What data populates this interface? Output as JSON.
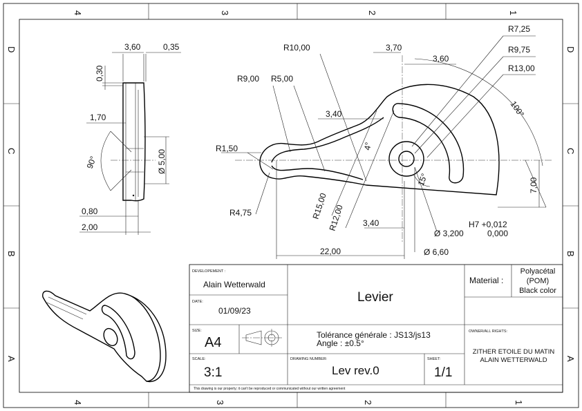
{
  "frame": {
    "top_labels": [
      "4",
      "3",
      "2",
      "1"
    ],
    "bottom_labels": [
      "4",
      "3",
      "2",
      "1"
    ],
    "left_labels": [
      "D",
      "C",
      "B",
      "A"
    ],
    "right_labels": [
      "D",
      "C",
      "B",
      "A"
    ]
  },
  "side_view": {
    "dims": {
      "top_width": "3,60",
      "top_gap": "0,35",
      "rim": "0,30",
      "offset": "1,70",
      "angle": "90°",
      "bore": "Ø 5,00",
      "base1": "0,80",
      "base2": "2,00"
    }
  },
  "front_view": {
    "dims": {
      "r10": "R10,00",
      "r9": "R9,00",
      "r5": "R5,00",
      "r1_5": "R1,50",
      "r4_75": "R4,75",
      "r15": "R15,00",
      "r12": "R12,00",
      "w3_70": "3,70",
      "w3_60": "3,60",
      "w3_40_top": "3,40",
      "w3_40_bot": "3,40",
      "ang4": "4°",
      "ang15": "15°",
      "ang100": "100°",
      "r7_25": "R7,25",
      "r9_75": "R9,75",
      "r13": "R13,00",
      "h7": "7,00",
      "len22": "22,00",
      "hole3_2": "Ø 3,200",
      "hole6_6": "Ø 6,60",
      "tol_upper": "H7 +0,012",
      "tol_lower": "0,000"
    }
  },
  "title_block": {
    "developer_label": "DEVELOPEMENT :",
    "developer": "Alain Wetterwald",
    "date_label": "DATE:",
    "date": "01/09/23",
    "title": "Levier",
    "material_label": "Material :",
    "material": [
      "Polyacétal",
      "(POM)",
      "Black color"
    ],
    "size_label": "SIZE:",
    "size": "A4",
    "tolerance": "Tolérance générale : JS13/js13",
    "angle_tol": "Angle : ±0.5°",
    "owner_label": "OWNER/ALL RIGHTS:",
    "owner": [
      "ZITHER ETOILE DU MATIN",
      "ALAIN WETTERWALD"
    ],
    "scale_label": "SCALE:",
    "scale": "3:1",
    "drawing_number_label": "DRAWING NUMBER:",
    "drawing_number": "Lev rev.0",
    "sheet_label": "SHEET:",
    "sheet": "1/1",
    "footer": "This drawing is our property; it can't be reproduced or communicated without our written agreement"
  }
}
